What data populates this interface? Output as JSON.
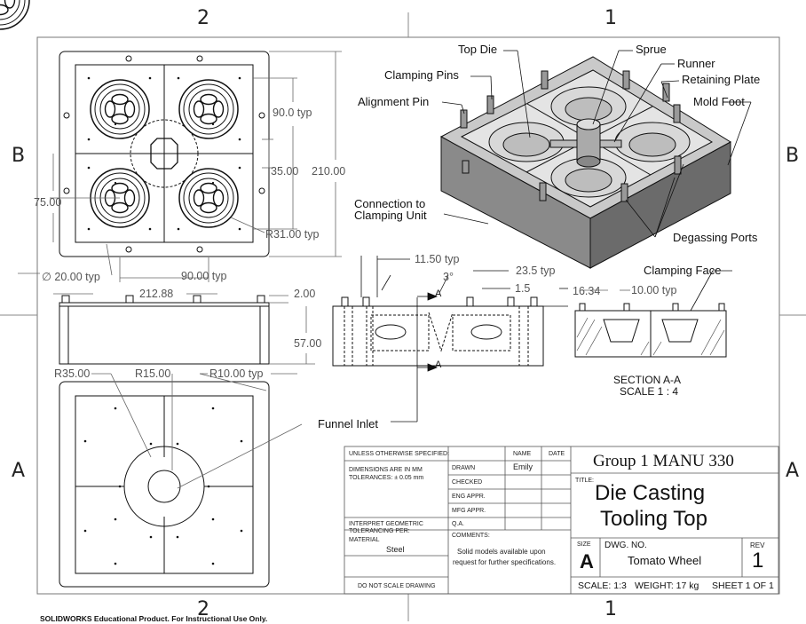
{
  "zones": {
    "top_left": "2",
    "top_right": "1",
    "bottom_left": "2",
    "bottom_right": "1",
    "left_upper": "B",
    "left_lower": "A",
    "right_upper": "B",
    "right_lower": "A"
  },
  "callouts": {
    "top_die": "Top Die",
    "sprue": "Sprue",
    "runner": "Runner",
    "clamping_pins": "Clamping Pins",
    "retaining_plate": "Retaining Plate",
    "alignment_pin": "Alignment Pin",
    "mold_foot": "Mold Foot",
    "connection_1": "Connection to",
    "connection_2": "Clamping Unit",
    "degassing_ports": "Degassing Ports",
    "clamping_face": "Clamping Face",
    "funnel_inlet": "Funnel Inlet"
  },
  "dimensions": {
    "d90_typ": "90.0 typ",
    "d35": "35.00",
    "d210": "210.00",
    "d75": "75.00",
    "r31": "R31.00 typ",
    "phi20": "∅ 20.00 typ",
    "d90_bottom": "90.00 typ",
    "d212": "212.88",
    "d2": "2.00",
    "d57": "57.00",
    "r35": "R35.00",
    "r15": "R15.00",
    "r10": "R10.00 typ",
    "d11_5": "11.50 typ",
    "d23_5": "23.5 typ",
    "d3deg": "3°",
    "d1_5": "1.5",
    "d16_34": "16.34",
    "d10_typ": "10.00 typ"
  },
  "section": {
    "marker": "A",
    "title": "SECTION A-A",
    "scale": "SCALE 1 : 4"
  },
  "title_block": {
    "unless": "UNLESS OTHERWISE SPECIFIED:",
    "name_hdr": "NAME",
    "date_hdr": "DATE",
    "dims_1": "DIMENSIONS ARE IN MM",
    "dims_2": "TOLERANCES: ± 0.05 mm",
    "drawn": "DRAWN",
    "drawn_name": "Emily",
    "checked": "CHECKED",
    "eng_appr": "ENG APPR.",
    "mfg_appr": "MFG APPR.",
    "qa": "Q.A.",
    "interpret_1": "INTERPRET GEOMETRIC",
    "interpret_2": "TOLERANCING PER:",
    "material_hdr": "MATERIAL",
    "material": "Steel",
    "comments_hdr": "COMMENTS:",
    "comments_1": "Solid models available upon",
    "comments_2": "request for further specifications.",
    "no_scale": "DO NOT SCALE DRAWING",
    "company": "Group 1 MANU 330",
    "title_hdr": "TITLE:",
    "title_1": "Die Casting",
    "title_2": "Tooling Top",
    "size_hdr": "SIZE",
    "size": "A",
    "dwg_hdr": "DWG.  NO.",
    "dwg_no": "Tomato Wheel",
    "rev_hdr": "REV",
    "rev": "1",
    "scale": "SCALE: 1:3",
    "weight": "WEIGHT: 17 kg",
    "sheet": "SHEET 1 OF 1"
  },
  "footer": "SOLIDWORKS Educational Product. For Instructional Use Only."
}
